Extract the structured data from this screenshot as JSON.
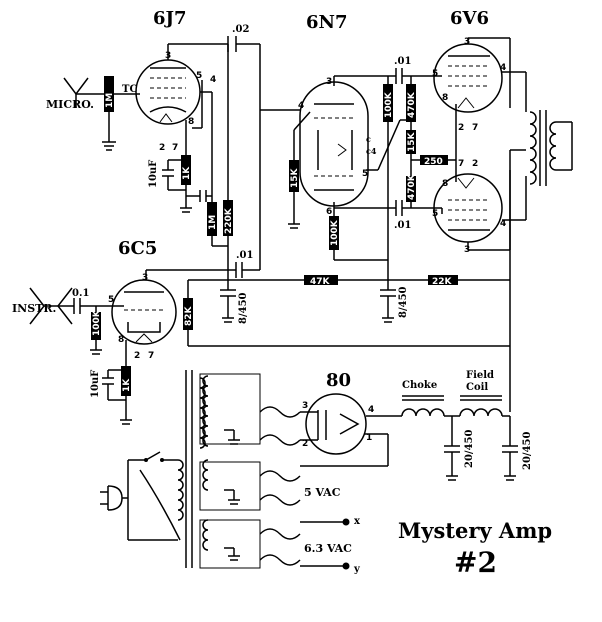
{
  "tubes": {
    "t6j7": "6J7",
    "t6n7": "6N7",
    "t6v6": "6V6",
    "t6c5": "6C5",
    "t80": "80"
  },
  "inputs": {
    "micro": "MICRO.",
    "instr": "INSTR."
  },
  "components": {
    "r_1m_vol": "1M",
    "tc": "TC",
    "c_10uf_a": "10uF",
    "r_1k_a": "1K",
    "r_1m_b": "1M",
    "r_220k": "220K",
    "c_02": ".02",
    "c_01_a": ".01",
    "r_100k_a": "100K",
    "r_470k_a": "470K",
    "r_15k_a": "15K",
    "r_250": "250",
    "r_470k_b": "470K",
    "c_01_b": ".01",
    "r_15k_b": "15K",
    "r_100k_b": "100K",
    "c_01_c": ".01",
    "c_8_450_a": "8/450",
    "r_47k": "47K",
    "c_8_450_b": "8/450",
    "r_22k": "22K",
    "c_0_1": "0.1",
    "r_100k_c": "100K",
    "r_82k": "82K",
    "c_10uf_b": "10uF",
    "r_1k_b": "1K",
    "choke": "Choke",
    "field_coil_1": "Field",
    "field_coil_2": "Coil",
    "c_20_450_a": "20/450",
    "c_20_450_b": "20/450",
    "vac_5": "5 VAC",
    "vac_63": "6.3 VAC",
    "node_x": "x",
    "node_y": "y",
    "cap_c": "c",
    "cap_c4": "c4"
  },
  "pins": {
    "p3": "3",
    "p5": "5",
    "p4": "4",
    "p8": "8",
    "p2": "2",
    "p7": "7",
    "p6": "6",
    "p1": "1"
  },
  "title": {
    "line1": "Mystery Amp",
    "line2": "#2"
  }
}
